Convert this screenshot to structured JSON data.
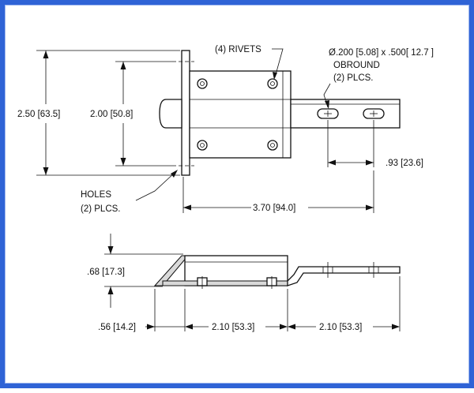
{
  "labels": {
    "rivets": "(4) RIVETS",
    "oblong_dim": "Ø.200 [5.08] x .500[ 12.7 ]",
    "obround": "OBROUND",
    "obround_plcs": "(2) PLCS.",
    "holes": "HOLES",
    "holes_plcs": "(2) PLCS."
  },
  "dimensions": {
    "overall_height": "2.50 [63.5]",
    "hole_spacing": "2.00 [50.8]",
    "slot_spacing": ".93 [23.6]",
    "overall_length": "3.70 [94.0]",
    "profile_height": ".68 [17.3]",
    "flange_offset": ".56 [14.2]",
    "body_length": "2.10 [53.3]",
    "bolt_extension": "2.10 [53.3]"
  },
  "colors": {
    "frame": "#2f63d6",
    "line": "#111111",
    "shade": "#d9d9d9"
  }
}
